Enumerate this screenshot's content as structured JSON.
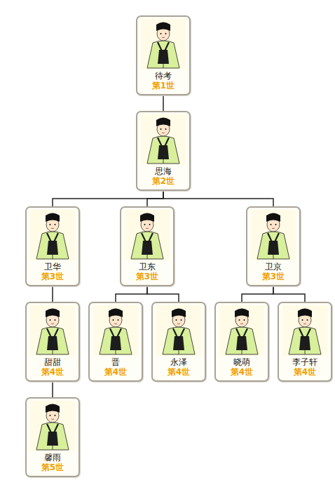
{
  "diagram": {
    "nodes": [
      {
        "text": [
          "待考",
          "第1世"
        ]
      },
      {
        "text": [
          "思海",
          "第2世"
        ]
      },
      {
        "text": [
          "卫华",
          "第3世"
        ]
      },
      {
        "text": [
          "卫东",
          "第3世"
        ]
      },
      {
        "text": [
          "卫京",
          "第3世"
        ]
      },
      {
        "text": [
          "甜甜",
          "第4世"
        ]
      },
      {
        "text": [
          "晋",
          "第4世"
        ]
      },
      {
        "text": [
          "永泽",
          "第4世"
        ]
      },
      {
        "text": [
          "晓萌",
          "第4世"
        ]
      },
      {
        "text": [
          "李子轩",
          "第4世"
        ]
      },
      {
        "text": [
          "馨雨",
          "第5世"
        ]
      }
    ],
    "edges": [
      {
        "from": 0,
        "to": 1,
        "arrow": "none"
      },
      {
        "from": 1,
        "to": 2,
        "arrow": "none"
      },
      {
        "from": 1,
        "to": 3,
        "arrow": "none"
      },
      {
        "from": 1,
        "to": 4,
        "arrow": "none"
      },
      {
        "from": 2,
        "to": 5,
        "arrow": "none"
      },
      {
        "from": 3,
        "to": 6,
        "arrow": "none"
      },
      {
        "from": 3,
        "to": 7,
        "arrow": "none"
      },
      {
        "from": 4,
        "to": 8,
        "arrow": "none"
      },
      {
        "from": 4,
        "to": 9,
        "arrow": "none"
      },
      {
        "from": 5,
        "to": 10,
        "arrow": "none"
      }
    ]
  }
}
